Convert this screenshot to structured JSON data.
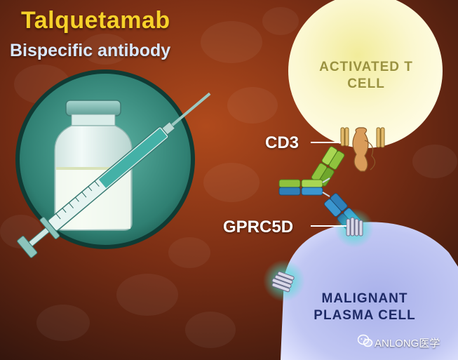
{
  "title": "Talquetamab",
  "subtitle": "Bispecific antibody",
  "t_cell_label": "ACTIVATED T CELL",
  "cd3_label": "CD3",
  "gprc5d_label": "GPRC5D",
  "plasma_cell_label": "MALIGNANT PLASMA CELL",
  "watermark": "ANLONG医学",
  "colors": {
    "title": "#f7d22a",
    "subtitle": "#dbe9ff",
    "t_cell": "#fbf6c4",
    "plasma_cell": "#b8bfef",
    "antibody_green": "#8fc23e",
    "antibody_blue": "#2f7fb8",
    "receptor_glow": "#4ff0e0",
    "vial_circle": "#3a9e90"
  }
}
